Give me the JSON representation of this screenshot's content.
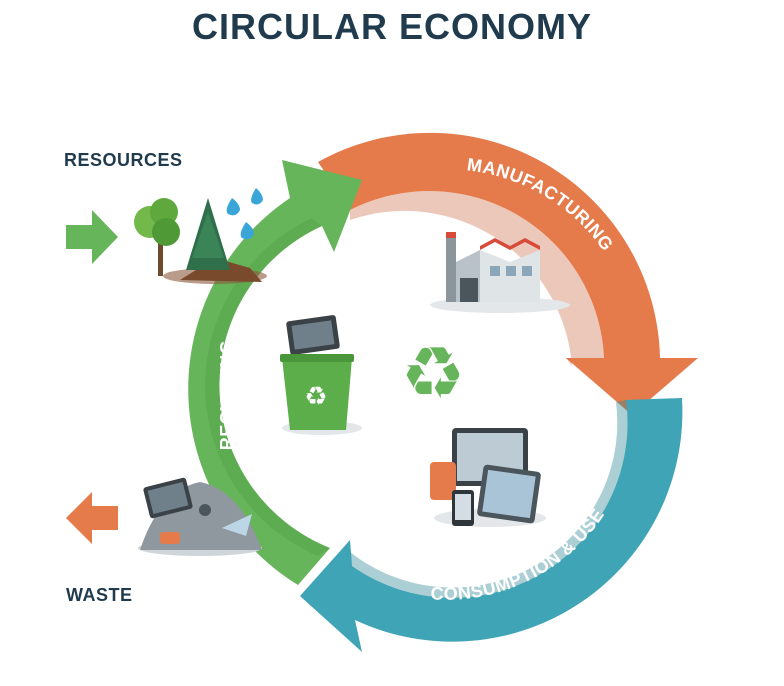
{
  "title": "CIRCULAR ECONOMY",
  "labels": {
    "resources": "RESOURCES",
    "waste": "WASTE",
    "manufacturing": "MANUFACTURING",
    "consumption": "CONSUMPTION & USE",
    "recycling": "RECYCLING"
  },
  "colors": {
    "manufacturing": "#e57a4b",
    "consumption": "#3fa4b6",
    "recycling": "#66b55a",
    "title": "#1f3b4d"
  },
  "icons": [
    "resources-arrow-icon",
    "tree-icon",
    "water-drops-icon",
    "factory-icon",
    "recycle-bin-icon",
    "recycle-symbol-icon",
    "devices-icon",
    "trash-pile-icon",
    "waste-arrow-icon"
  ]
}
